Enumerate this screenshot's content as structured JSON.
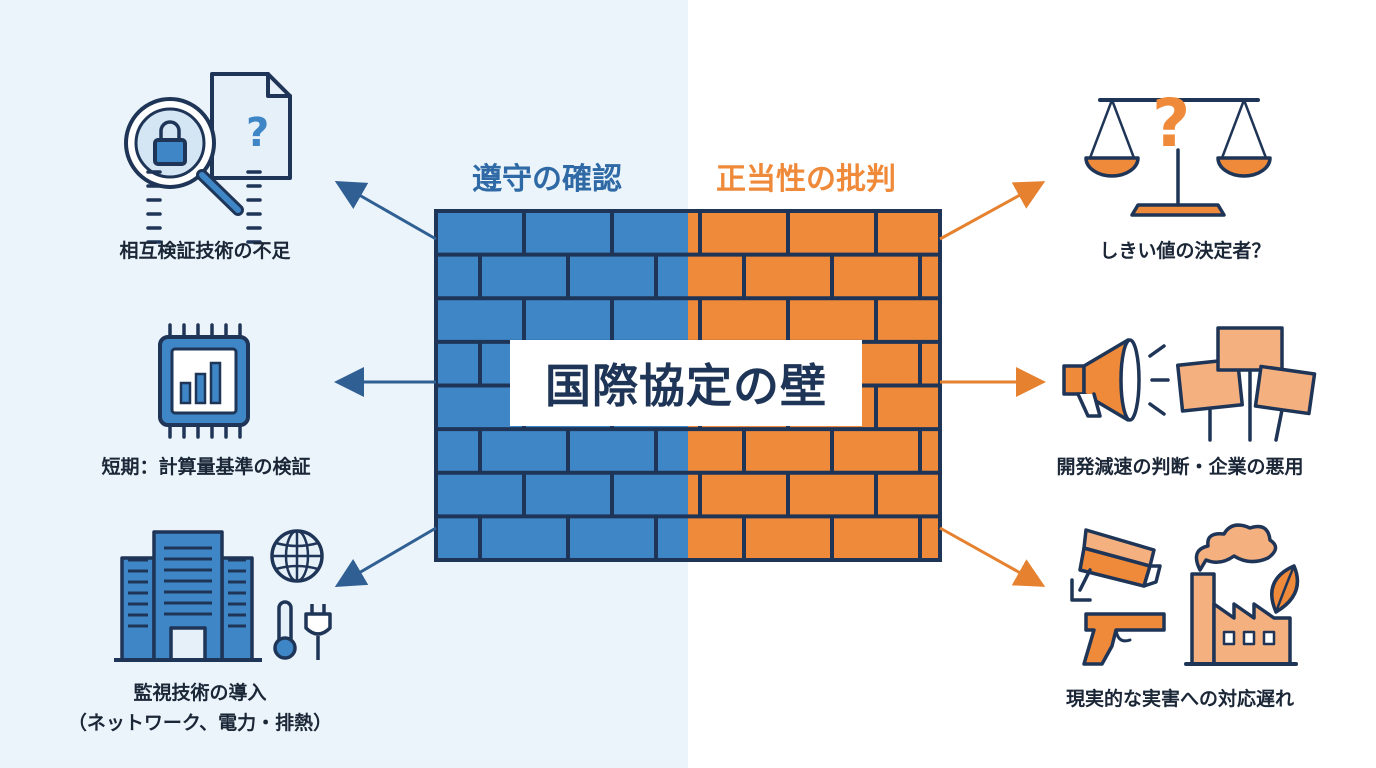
{
  "title": "国際協定の壁",
  "headings": {
    "left": "遵守の確認",
    "right": "正当性の批判"
  },
  "colors": {
    "blue": "#3f86c7",
    "orange": "#ef8a3a",
    "navy": "#1f3557",
    "left_bg": "#eaf4fa"
  },
  "left_items": [
    {
      "label": "相互検証技術の不足",
      "icon": "magnifier-lock-document-icon"
    },
    {
      "label": "短期：計算量基準の検証",
      "icon": "chip-bar-chart-icon"
    },
    {
      "label_line1": "監視技術の導入",
      "label_line2": "（ネットワーク、電力・排熱）",
      "icon": "datacenter-globe-thermometer-plug-icon"
    }
  ],
  "right_items": [
    {
      "label": "しきい値の決定者？",
      "icon": "scale-question-icon"
    },
    {
      "label": "開発減速の判断・企業の悪用",
      "icon": "megaphone-protest-signs-icon"
    },
    {
      "label": "現実的な実害への対応遅れ",
      "icon": "camera-gun-factory-icon"
    }
  ]
}
